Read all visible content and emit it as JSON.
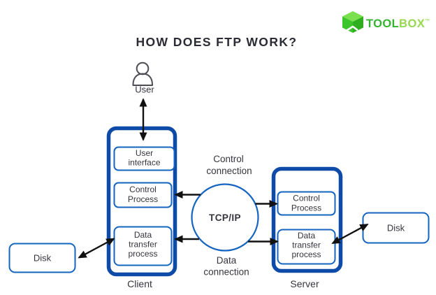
{
  "title": "HOW DOES FTP WORK?",
  "logo": {
    "text_primary": "TOOL",
    "text_secondary": "BOX",
    "trademark": "™"
  },
  "colors": {
    "outer_box_border": "#0e4ba8",
    "inner_box_border": "#1565c0",
    "arrow": "#111111",
    "text": "#35353d",
    "logo_green_primary": "#33b42e",
    "logo_green_secondary": "#96d94f",
    "cube_top": "#7be04e",
    "cube_left": "#3dc52c",
    "cube_right": "#2fae20"
  },
  "diagram": {
    "user": {
      "label": "User"
    },
    "client": {
      "label": "Client",
      "user_interface": [
        "User",
        "interface"
      ],
      "control_process": [
        "Control",
        "Process"
      ],
      "data_transfer_process": [
        "Data",
        "transfer",
        "process"
      ]
    },
    "network": {
      "label": "TCP/IP"
    },
    "connections": {
      "control": [
        "Control",
        "connection"
      ],
      "data": [
        "Data",
        "connection"
      ]
    },
    "server": {
      "label": "Server",
      "control_process": [
        "Control",
        "Process"
      ],
      "data_transfer_process": [
        "Data",
        "transfer",
        "process"
      ]
    },
    "disk_left": {
      "label": "Disk"
    },
    "disk_right": {
      "label": "Disk"
    }
  }
}
